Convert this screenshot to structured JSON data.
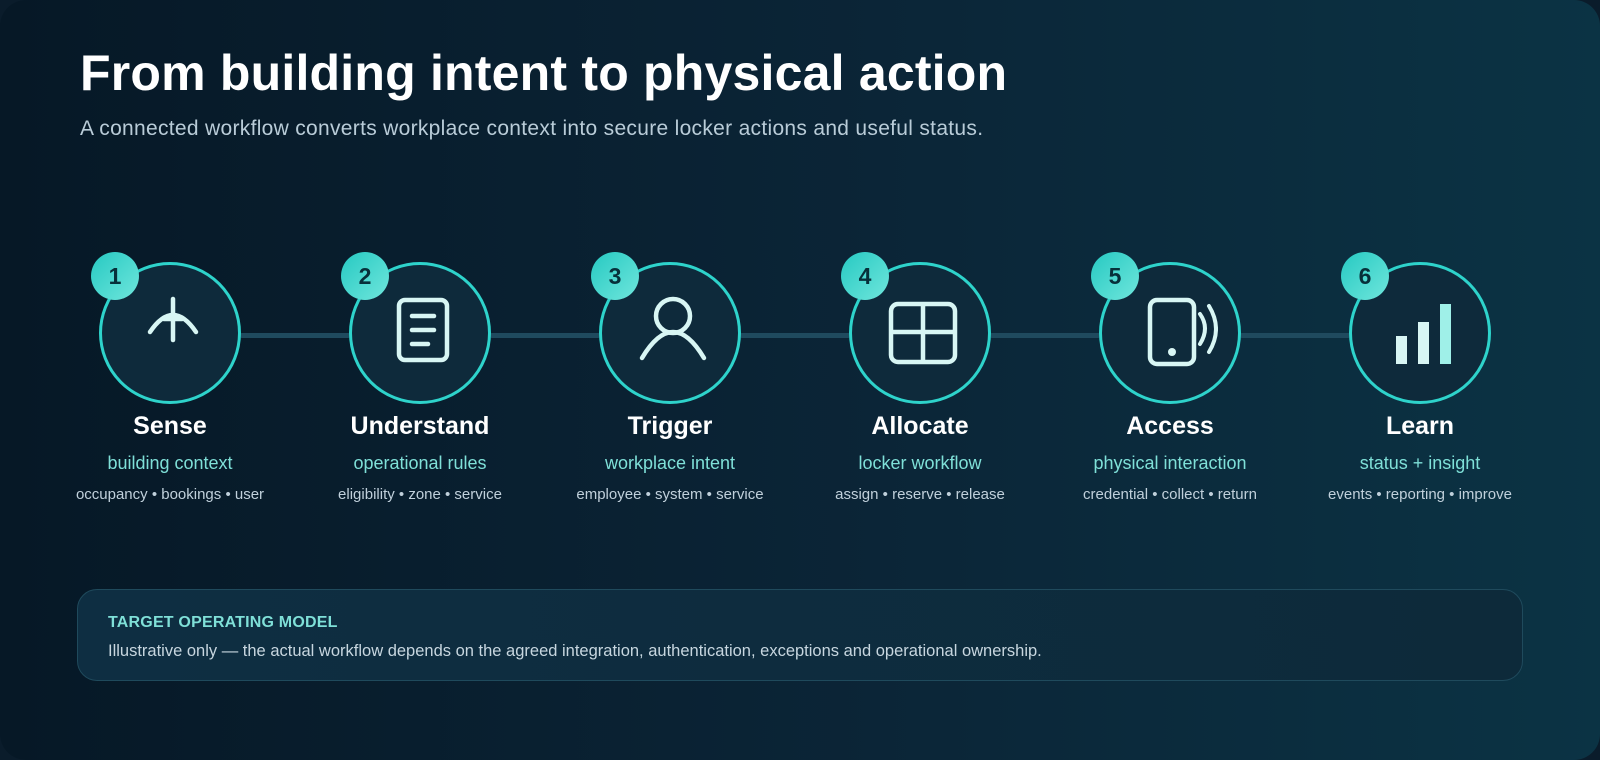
{
  "header": {
    "title": "From building intent to physical action",
    "subtitle": "A connected workflow converts workplace context into secure locker actions and useful status."
  },
  "colors": {
    "accent": "#2ed3cb",
    "icon": "#d8f6f4",
    "label": "#7fe0d8"
  },
  "steps": [
    {
      "number": "1",
      "title": "Sense",
      "subtitle": "building context",
      "detail": "occupancy • bookings • user",
      "icon": "sensor-icon"
    },
    {
      "number": "2",
      "title": "Understand",
      "subtitle": "operational rules",
      "detail": "eligibility • zone • service",
      "icon": "document-icon"
    },
    {
      "number": "3",
      "title": "Trigger",
      "subtitle": "workplace intent",
      "detail": "employee • system • service",
      "icon": "person-icon"
    },
    {
      "number": "4",
      "title": "Allocate",
      "subtitle": "locker workflow",
      "detail": "assign • reserve • release",
      "icon": "locker-grid-icon"
    },
    {
      "number": "5",
      "title": "Access",
      "subtitle": "physical interaction",
      "detail": "credential • collect • return",
      "icon": "mobile-tap-icon"
    },
    {
      "number": "6",
      "title": "Learn",
      "subtitle": "status + insight",
      "detail": "events • reporting • improve",
      "icon": "bar-chart-icon"
    }
  ],
  "note": {
    "label": "TARGET OPERATING MODEL",
    "text": "Illustrative only — the actual workflow depends on the agreed integration, authentication, exceptions and operational ownership."
  }
}
